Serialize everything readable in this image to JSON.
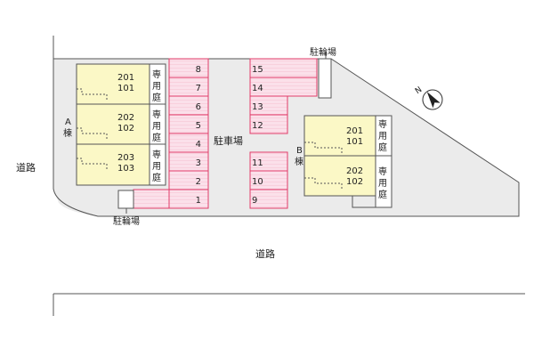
{
  "labels": {
    "road_left": "道路",
    "road_bottom": "道路",
    "parking_area": "駐車場",
    "bike_top": "駐輪場",
    "bike_bottom": "駐輪場",
    "building_a": [
      "A",
      "棟"
    ],
    "building_b": [
      "B",
      "棟"
    ],
    "private_garden": [
      "専",
      "用",
      "庭"
    ],
    "north": "N"
  },
  "building_a_units": [
    {
      "upper": "201",
      "lower": "101"
    },
    {
      "upper": "202",
      "lower": "102"
    },
    {
      "upper": "203",
      "lower": "103"
    }
  ],
  "building_b_units": [
    {
      "upper": "201",
      "lower": "101"
    },
    {
      "upper": "202",
      "lower": "102"
    }
  ],
  "parking_left": [
    "8",
    "7",
    "6",
    "5",
    "4",
    "3",
    "2",
    "1"
  ],
  "parking_right_top": [
    "15",
    "14",
    "13",
    "12"
  ],
  "parking_right_bottom": [
    "11",
    "10",
    "9"
  ],
  "colors": {
    "lot": "#ebebeb",
    "building": "#fbf8c6",
    "parking_fill": "#fbe0ea",
    "parking_border": "#e23c6a",
    "outline": "#555555"
  }
}
